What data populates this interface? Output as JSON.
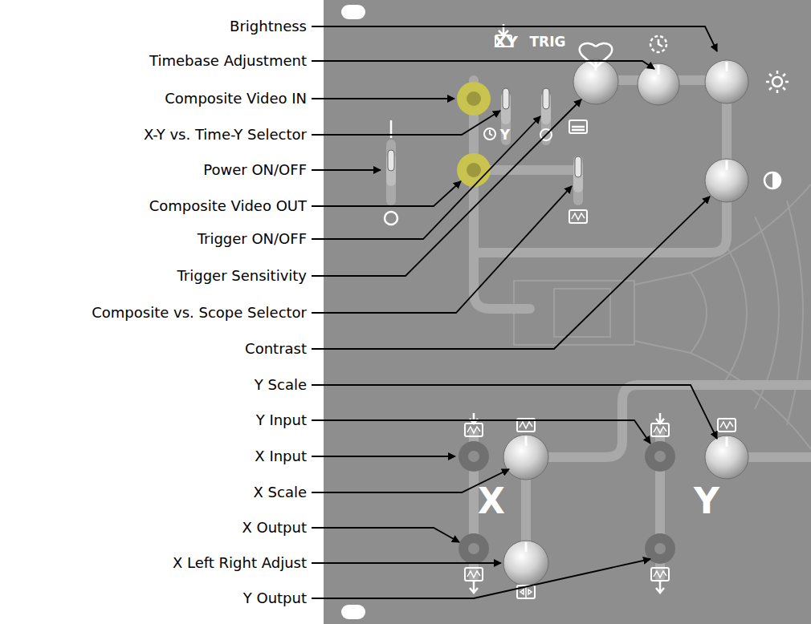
{
  "diagram": {
    "labels": [
      "Brightness",
      "Timebase Adjustment",
      "Composite Video IN",
      "X-Y vs. Time-Y Selector",
      "Power ON/OFF",
      "Composite Video OUT",
      "Trigger ON/OFF",
      "Trigger Sensitivity",
      "Composite vs. Scope Selector",
      "Contrast",
      "Y Scale",
      "Y Input",
      "X Input",
      "X Scale",
      "X Output",
      "X Left Right Adjust",
      "Y Output",
      "XY",
      "TRIG",
      "Y",
      "X",
      "Y"
    ]
  }
}
